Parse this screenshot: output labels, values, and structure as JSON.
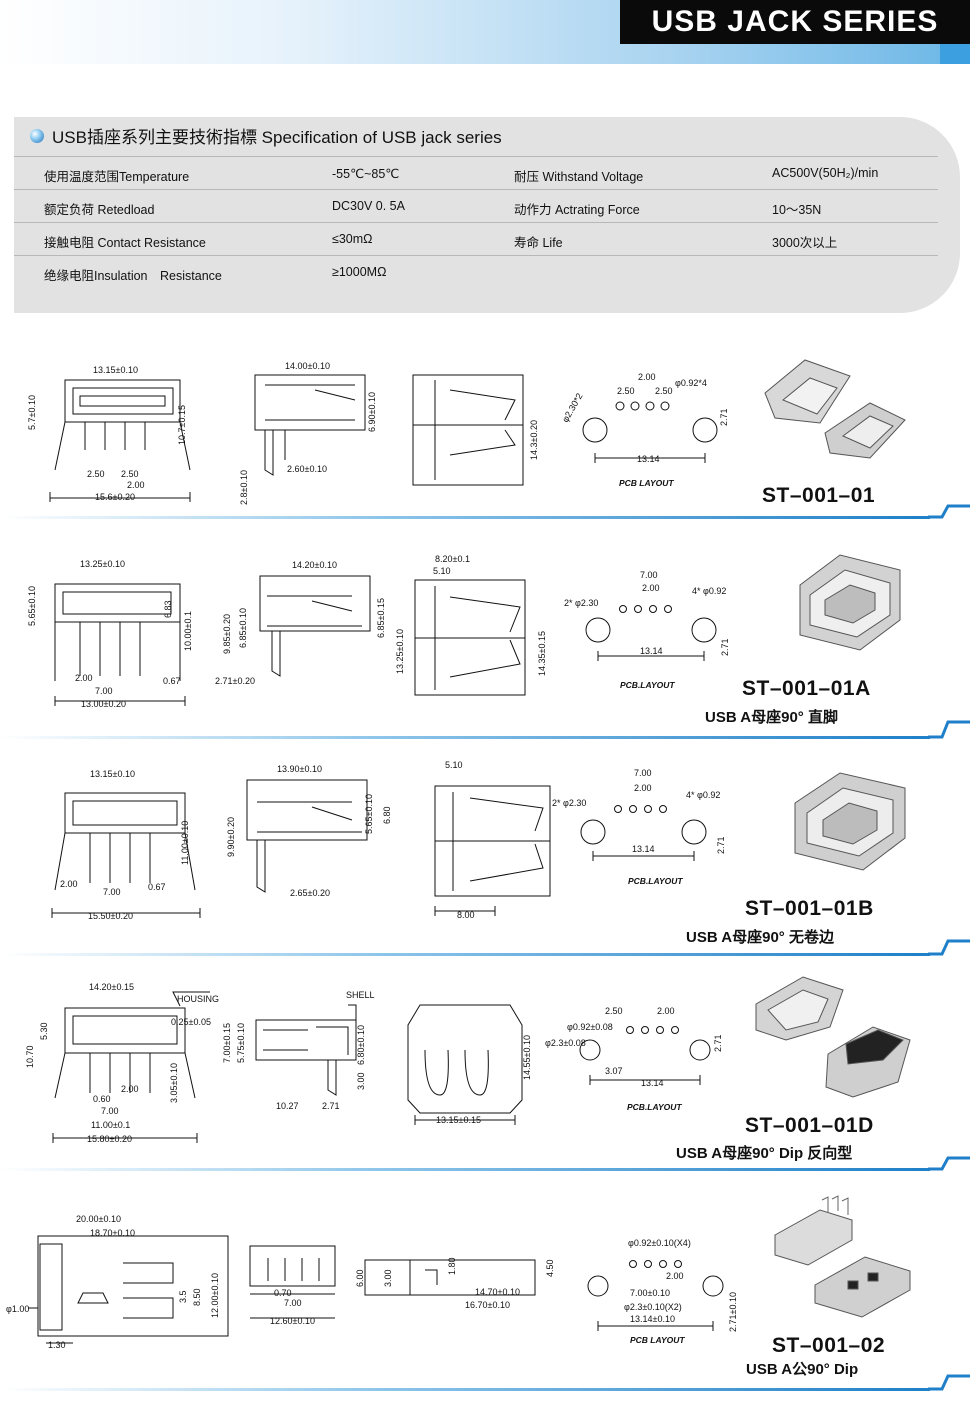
{
  "header": {
    "title": "USB JACK SERIES"
  },
  "spec": {
    "title": "USB插座系列主要技術指標 Specification of USB jack series",
    "rows": [
      [
        "使用温度范围Temperature",
        "-55℃~85℃",
        "耐压 Withstand Voltage",
        "AC500V(50H₂)/min"
      ],
      [
        "额定负荷 Retedload",
        "DC30V 0. 5A",
        "动作力 Actrating Force",
        "10～35N"
      ],
      [
        "接触电阻 Contact Resistance",
        "≤30mΩ",
        "寿命 Life",
        "3000次以上"
      ],
      [
        "绝缘电阻Insulation　Resistance",
        "≥1000MΩ",
        "",
        ""
      ]
    ]
  },
  "parts": [
    {
      "code": "ST–001–01",
      "desc": "",
      "layout": "PCB LAYOUT",
      "dims": [
        "13.15±0.10",
        "5.7±0.10",
        "10.7±0.15",
        "2.50",
        "2.50",
        "2.00",
        "15.6±0.20",
        "14.00±0.10",
        "6.90±0.10",
        "2.8±0.10",
        "2.60±0.10",
        "14.3±0.20",
        "2.00",
        "2.50",
        "2.50",
        "φ0.92*4",
        "φ2.30*2",
        "2.71",
        "13.14"
      ]
    },
    {
      "code": "ST–001–01A",
      "desc": "USB A母座90°  直脚",
      "layout": "PCB.LAYOUT",
      "dims": [
        "13.25±0.10",
        "5.65±0.10",
        "6.83",
        "10.00±0.1",
        "2.00",
        "7.00",
        "0.67",
        "13.00±0.20",
        "14.20±0.10",
        "9.85±0.20",
        "6.85±0.10",
        "6.85±0.15",
        "2.71±0.20",
        "8.20±0.1",
        "5.10",
        "13.25±0.10",
        "14.35±0.15",
        "7.00",
        "2.00",
        "4* φ0.92",
        "2* φ2.30",
        "13.14",
        "2.71"
      ]
    },
    {
      "code": "ST–001–01B",
      "desc": "USB A母座90°  无卷边",
      "layout": "PCB.LAYOUT",
      "dims": [
        "13.15±0.10",
        "11.00±0.10",
        "2.00",
        "7.00",
        "0.67",
        "15.50±0.20",
        "13.90±0.10",
        "9.90±0.20",
        "5.65±0.10",
        "6.80",
        "2.65±0.20",
        "5.10",
        "8.00",
        "7.00",
        "2.00",
        "2* φ2.30",
        "4* φ0.92",
        "13.14",
        "2.71"
      ]
    },
    {
      "code": "ST–001–01D",
      "desc": "USB  A母座90°  Dip 反向型",
      "layout": "PCB.LAYOUT",
      "dims": [
        "14.20±0.15",
        "HOUSING",
        "5.30",
        "10.70",
        "0.25±0.05",
        "2.00",
        "0.60",
        "3.05±0.10",
        "7.00",
        "11.00±0.1",
        "15.80±0.20",
        "SHELL",
        "7.00±0.15",
        "5.75±0.10",
        "6.80±0.10",
        "3.00",
        "10.27",
        "2.71",
        "14.55±0.10",
        "13.15±0.15",
        "2.50",
        "2.00",
        "φ0.92±0.08",
        "φ2.3±0.08",
        "2.71",
        "3.07",
        "13.14"
      ]
    },
    {
      "code": "ST–001–02",
      "desc": "USB  A公90°  Dip",
      "layout": "PCB LAYOUT",
      "dims": [
        "20.00±0.10",
        "18.70±0.10",
        "3.5",
        "8.50",
        "12.00±0.10",
        "φ1.00",
        "1.30",
        "0.70",
        "7.00",
        "12.60±0.10",
        "6.00",
        "3.00",
        "1.80",
        "4.50",
        "14.70±0.10",
        "16.70±0.10",
        "φ0.92±0.10(X4)",
        "2.00",
        "7.00±0.10",
        "φ2.3±0.10(X2)",
        "13.14±0.10",
        "2.71±0.10"
      ]
    }
  ]
}
